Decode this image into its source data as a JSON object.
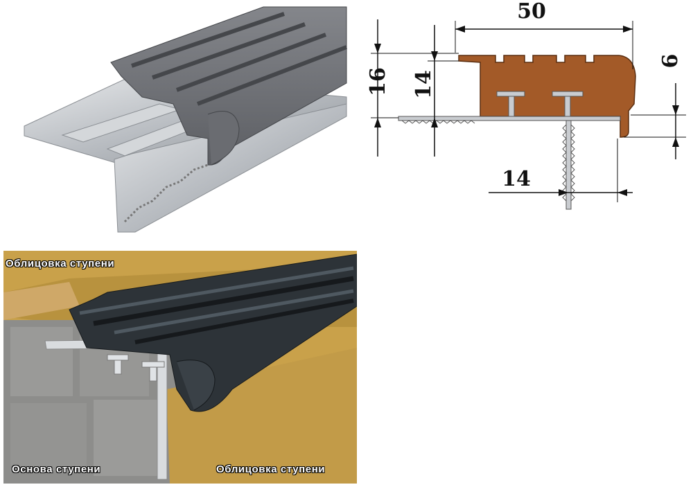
{
  "drawing": {
    "width_label": "50",
    "total_height_label": "16",
    "body_height_label": "14",
    "lip_height_label": "6",
    "offset_label": "14"
  },
  "captions": {
    "top_left": "Облицовка ступени",
    "bottom_left": "Основа ступени",
    "bottom_right": "Облицовка ступени"
  },
  "colors": {
    "rubber_profile": "#6f7176",
    "rubber_section": "#a35a28",
    "aluminium": "#c9ccd0",
    "bottom_background": "#c9a14a"
  }
}
